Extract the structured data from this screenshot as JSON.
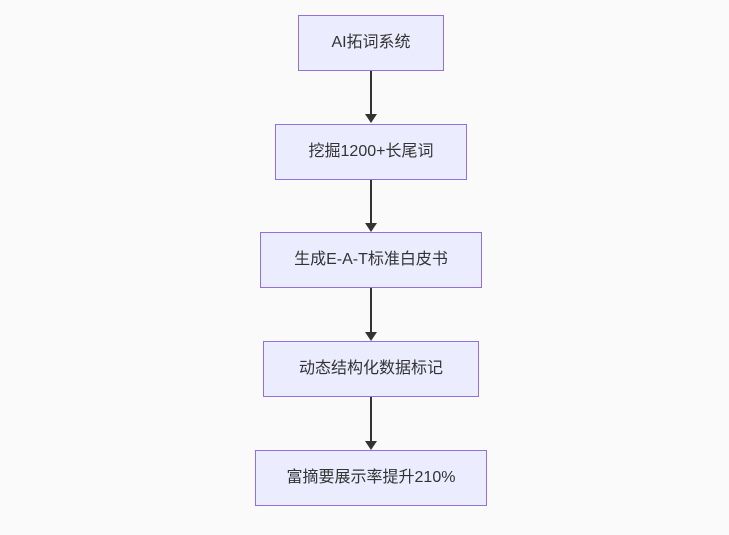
{
  "diagram": {
    "type": "flowchart-top-down",
    "colors": {
      "background": "#fafafa",
      "node_fill": "#ECECFF",
      "node_border": "#9370DB",
      "node_text": "#333333",
      "arrow": "#333333"
    },
    "nodes": [
      {
        "id": "A",
        "label": "AI拓词系统"
      },
      {
        "id": "B",
        "label": "挖掘1200+长尾词"
      },
      {
        "id": "C",
        "label": "生成E-A-T标准白皮书"
      },
      {
        "id": "D",
        "label": "动态结构化数据标记"
      },
      {
        "id": "E",
        "label": "富摘要展示率提升210%"
      }
    ],
    "edges": [
      {
        "from": "A",
        "to": "B",
        "style": "arrow-down"
      },
      {
        "from": "B",
        "to": "C",
        "style": "arrow-down"
      },
      {
        "from": "C",
        "to": "D",
        "style": "arrow-down"
      },
      {
        "from": "D",
        "to": "E",
        "style": "arrow-down"
      }
    ]
  }
}
